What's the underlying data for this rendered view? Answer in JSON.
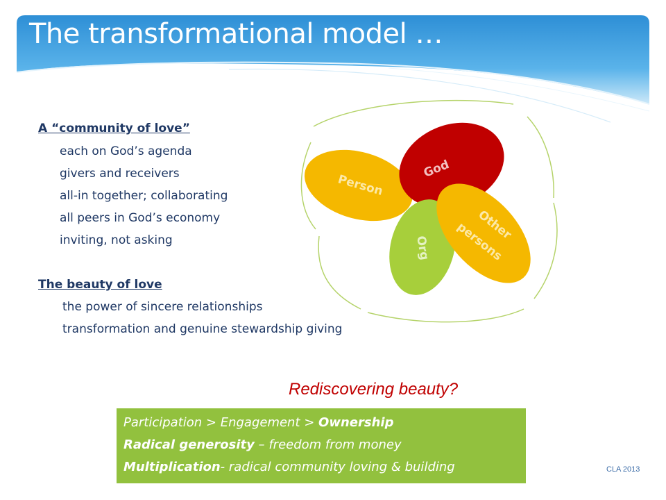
{
  "slide": {
    "title": "The transformational model …",
    "footer": "CLA 2013"
  },
  "left_text": {
    "section1": {
      "heading": "A “community of love”",
      "lines": [
        "each on God’s agenda",
        "givers and receivers",
        "all-in together; collaborating",
        "all peers in God’s economy",
        "inviting, not asking"
      ]
    },
    "section2": {
      "heading": "The beauty of love",
      "lines": [
        "the power of sincere relationships",
        "transformation and genuine stewardship giving"
      ]
    }
  },
  "diagram": {
    "petals": [
      {
        "label": "Person",
        "color": "#f5b800"
      },
      {
        "label": "God",
        "color": "#c00000"
      },
      {
        "label": "Org",
        "color": "#a7cf3b"
      },
      {
        "label": "Other",
        "label2": "persons",
        "color": "#f5b800"
      }
    ],
    "outline_color": "#b5d36a"
  },
  "subtitle": "Rediscovering beauty?",
  "callout": {
    "line1_pre": "Participation > Engagement > ",
    "line1_bold": "Ownership",
    "line2_bold": "Radical generosity",
    "line2_rest": " – freedom from money",
    "line3_bold": "Multiplication",
    "line3_rest": "- radical community loving & building",
    "background": "#92c13e"
  }
}
